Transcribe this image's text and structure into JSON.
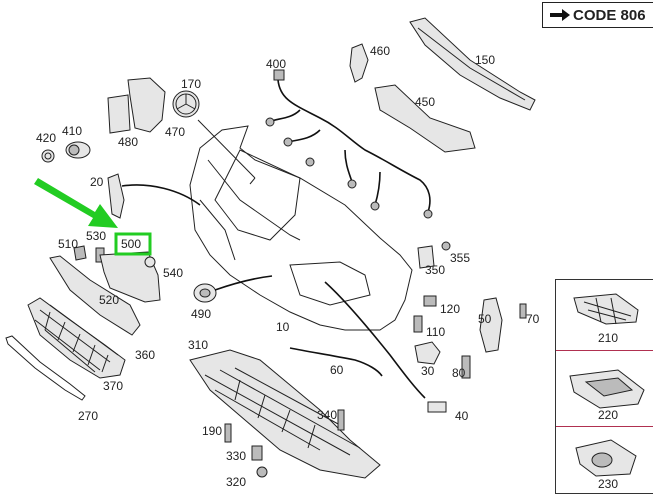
{
  "code_label": "CODE 806",
  "highlight_color": "#22cc22",
  "callout_color": "#b03050",
  "labels": [
    {
      "id": "150",
      "text": "150"
    },
    {
      "id": "170",
      "text": "170"
    },
    {
      "id": "400",
      "text": "400"
    },
    {
      "id": "410",
      "text": "410"
    },
    {
      "id": "420",
      "text": "420"
    },
    {
      "id": "450",
      "text": "450"
    },
    {
      "id": "460",
      "text": "460"
    },
    {
      "id": "470",
      "text": "470"
    },
    {
      "id": "480",
      "text": "480"
    },
    {
      "id": "20",
      "text": "20"
    },
    {
      "id": "500",
      "text": "500"
    },
    {
      "id": "510",
      "text": "510"
    },
    {
      "id": "530",
      "text": "530"
    },
    {
      "id": "540",
      "text": "540"
    },
    {
      "id": "520",
      "text": "520"
    },
    {
      "id": "490",
      "text": "490"
    },
    {
      "id": "10",
      "text": "10"
    },
    {
      "id": "350",
      "text": "350"
    },
    {
      "id": "355",
      "text": "355"
    },
    {
      "id": "120",
      "text": "120"
    },
    {
      "id": "110",
      "text": "110"
    },
    {
      "id": "50",
      "text": "50"
    },
    {
      "id": "70",
      "text": "70"
    },
    {
      "id": "30",
      "text": "30"
    },
    {
      "id": "80",
      "text": "80"
    },
    {
      "id": "60",
      "text": "60"
    },
    {
      "id": "40",
      "text": "40"
    },
    {
      "id": "360",
      "text": "360"
    },
    {
      "id": "370",
      "text": "370"
    },
    {
      "id": "270",
      "text": "270"
    },
    {
      "id": "310",
      "text": "310"
    },
    {
      "id": "340",
      "text": "340"
    },
    {
      "id": "190",
      "text": "190"
    },
    {
      "id": "330",
      "text": "330"
    },
    {
      "id": "320",
      "text": "320"
    },
    {
      "id": "210",
      "text": "210"
    },
    {
      "id": "220",
      "text": "220"
    },
    {
      "id": "230",
      "text": "230"
    }
  ]
}
